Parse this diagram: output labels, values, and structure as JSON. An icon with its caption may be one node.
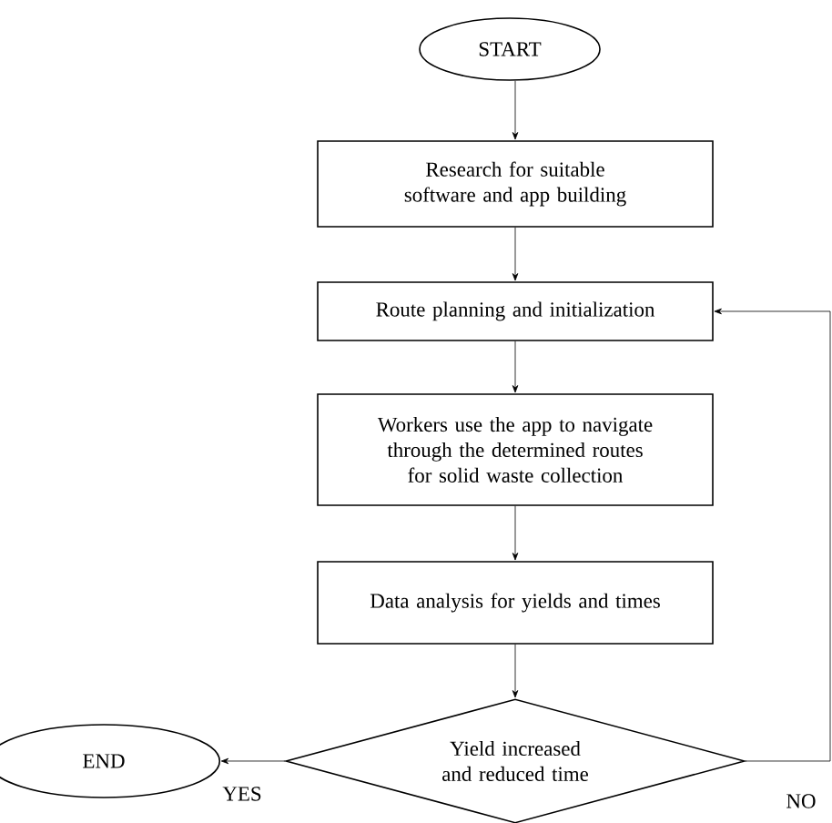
{
  "diagram": {
    "nodes": [
      {
        "text": [
          "START"
        ]
      },
      {
        "text": [
          "Research for suitable software and app building"
        ]
      },
      {
        "text": [
          "Route planning and initialization"
        ]
      },
      {
        "text": [
          "Workers use the app to navigate through the determined routes for solid waste collection"
        ]
      },
      {
        "text": [
          "Data analysis for yields and times"
        ]
      },
      {
        "text": [
          "Yield increased and reduced time"
        ]
      },
      {
        "text": [
          "END"
        ]
      }
    ],
    "edges": [
      {
        "from": 0,
        "to": 1,
        "arrow": "to"
      },
      {
        "from": 1,
        "to": 2,
        "arrow": "to"
      },
      {
        "from": 2,
        "to": 3,
        "arrow": "to"
      },
      {
        "from": 3,
        "to": 4,
        "arrow": "to"
      },
      {
        "from": 4,
        "to": 5,
        "arrow": "to"
      },
      {
        "from": 5,
        "to": 6,
        "arrow": "to",
        "label": "YES"
      },
      {
        "from": 5,
        "to": 2,
        "arrow": "to",
        "label": "NO"
      }
    ]
  }
}
